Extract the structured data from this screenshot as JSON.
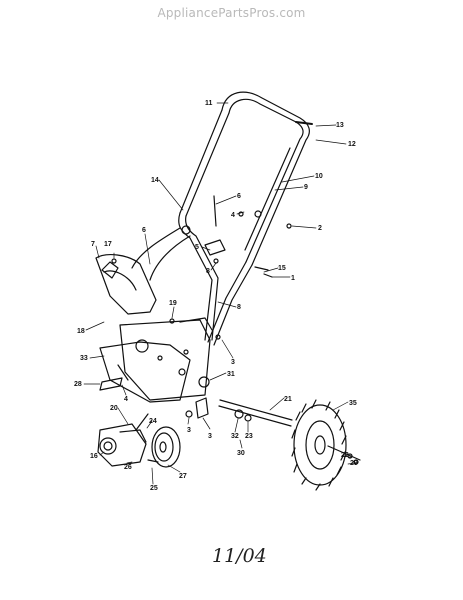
{
  "header": {
    "watermark": "AppliancePartsPros.com"
  },
  "footer": {
    "date_code": "11/04"
  },
  "diagram": {
    "callouts": [
      {
        "id": "c11",
        "text": "11"
      },
      {
        "id": "c13",
        "text": "13"
      },
      {
        "id": "c12",
        "text": "12"
      },
      {
        "id": "c10",
        "text": "10"
      },
      {
        "id": "c9",
        "text": "9"
      },
      {
        "id": "c14",
        "text": "14"
      },
      {
        "id": "c6a",
        "text": "6"
      },
      {
        "id": "c4a",
        "text": "4"
      },
      {
        "id": "c2",
        "text": "2"
      },
      {
        "id": "c7",
        "text": "7"
      },
      {
        "id": "c17",
        "text": "17"
      },
      {
        "id": "c6b",
        "text": "6"
      },
      {
        "id": "c5",
        "text": "5"
      },
      {
        "id": "c8a",
        "text": "8"
      },
      {
        "id": "c15",
        "text": "15"
      },
      {
        "id": "c1",
        "text": "1"
      },
      {
        "id": "c8b",
        "text": "8"
      },
      {
        "id": "c19",
        "text": "19"
      },
      {
        "id": "c18",
        "text": "18"
      },
      {
        "id": "c3a",
        "text": "3"
      },
      {
        "id": "c33",
        "text": "33"
      },
      {
        "id": "c31",
        "text": "31"
      },
      {
        "id": "c28",
        "text": "28"
      },
      {
        "id": "c4b",
        "text": "4"
      },
      {
        "id": "c21",
        "text": "21"
      },
      {
        "id": "c35",
        "text": "35"
      },
      {
        "id": "c20",
        "text": "20"
      },
      {
        "id": "c24",
        "text": "24"
      },
      {
        "id": "c3b",
        "text": "3"
      },
      {
        "id": "c32",
        "text": "32"
      },
      {
        "id": "c23",
        "text": "23"
      },
      {
        "id": "c3c",
        "text": "3"
      },
      {
        "id": "c16",
        "text": "16"
      },
      {
        "id": "c26",
        "text": "26"
      },
      {
        "id": "c27",
        "text": "27"
      },
      {
        "id": "c25",
        "text": "25"
      },
      {
        "id": "c30",
        "text": "30"
      },
      {
        "id": "c22",
        "text": "22"
      },
      {
        "id": "c29",
        "text": "29"
      }
    ]
  }
}
